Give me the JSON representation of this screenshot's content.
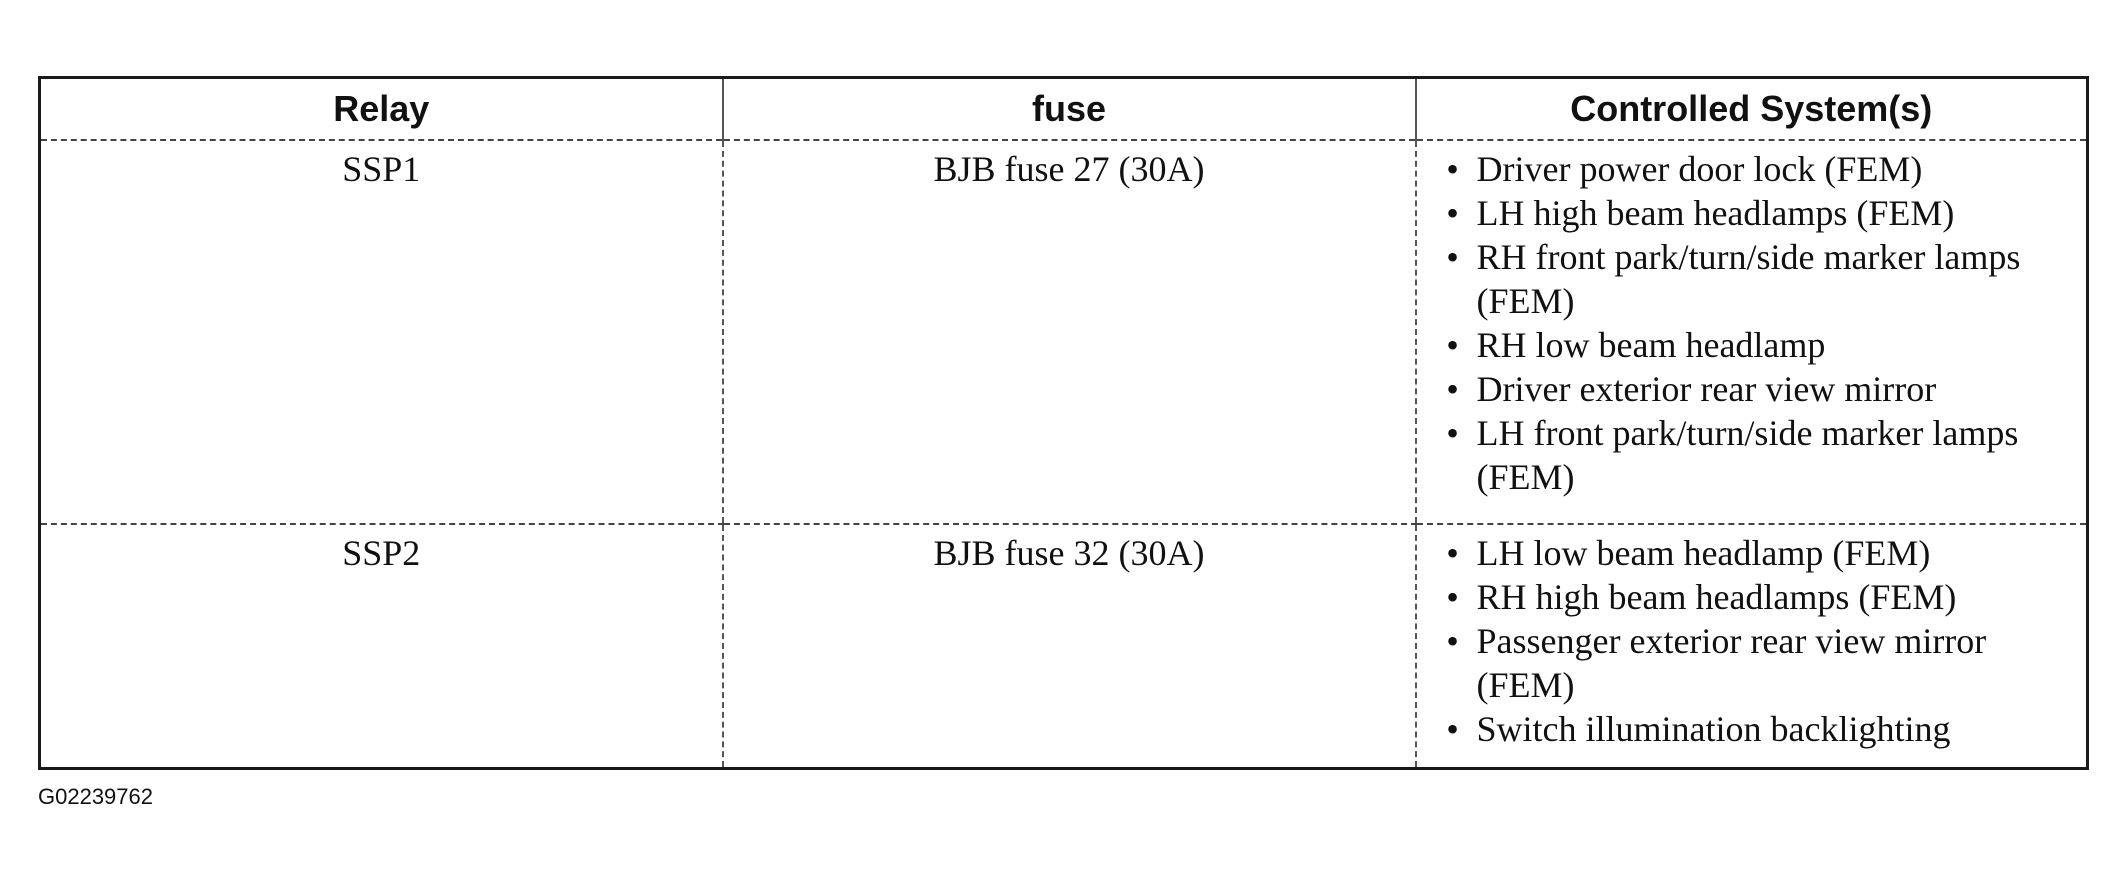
{
  "table": {
    "headers": [
      "Relay",
      "fuse",
      "Controlled System(s)"
    ],
    "rows": [
      {
        "relay": "SSP1",
        "fuse": "BJB fuse 27 (30A)",
        "systems": [
          "Driver power door lock (FEM)",
          "LH high beam headlamps (FEM)",
          "RH front park/turn/side marker lamps (FEM)",
          "RH low beam headlamp",
          "Driver exterior rear view mirror",
          "LH front park/turn/side marker lamps (FEM)"
        ]
      },
      {
        "relay": "SSP2",
        "fuse": "BJB fuse 32 (30A)",
        "systems": [
          "LH low beam headlamp (FEM)",
          "RH high beam headlamps (FEM)",
          "Passenger exterior rear view mirror (FEM)",
          "Switch illumination backlighting"
        ]
      }
    ]
  },
  "figure_id": "G02239762"
}
